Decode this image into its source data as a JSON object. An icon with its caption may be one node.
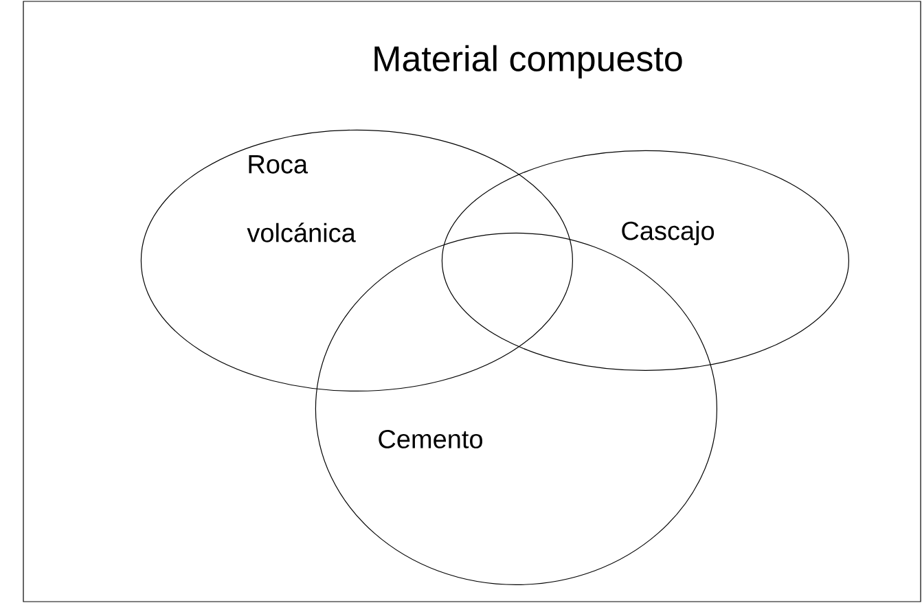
{
  "diagram": {
    "nodes": [
      {
        "text": [
          "Material compuesto"
        ]
      },
      {
        "text": [
          "Roca volcánica"
        ],
        "in": 0
      },
      {
        "text": [
          "Cascajo"
        ],
        "in": 0
      },
      {
        "text": [
          "Cemento"
        ],
        "in": 0
      }
    ]
  }
}
